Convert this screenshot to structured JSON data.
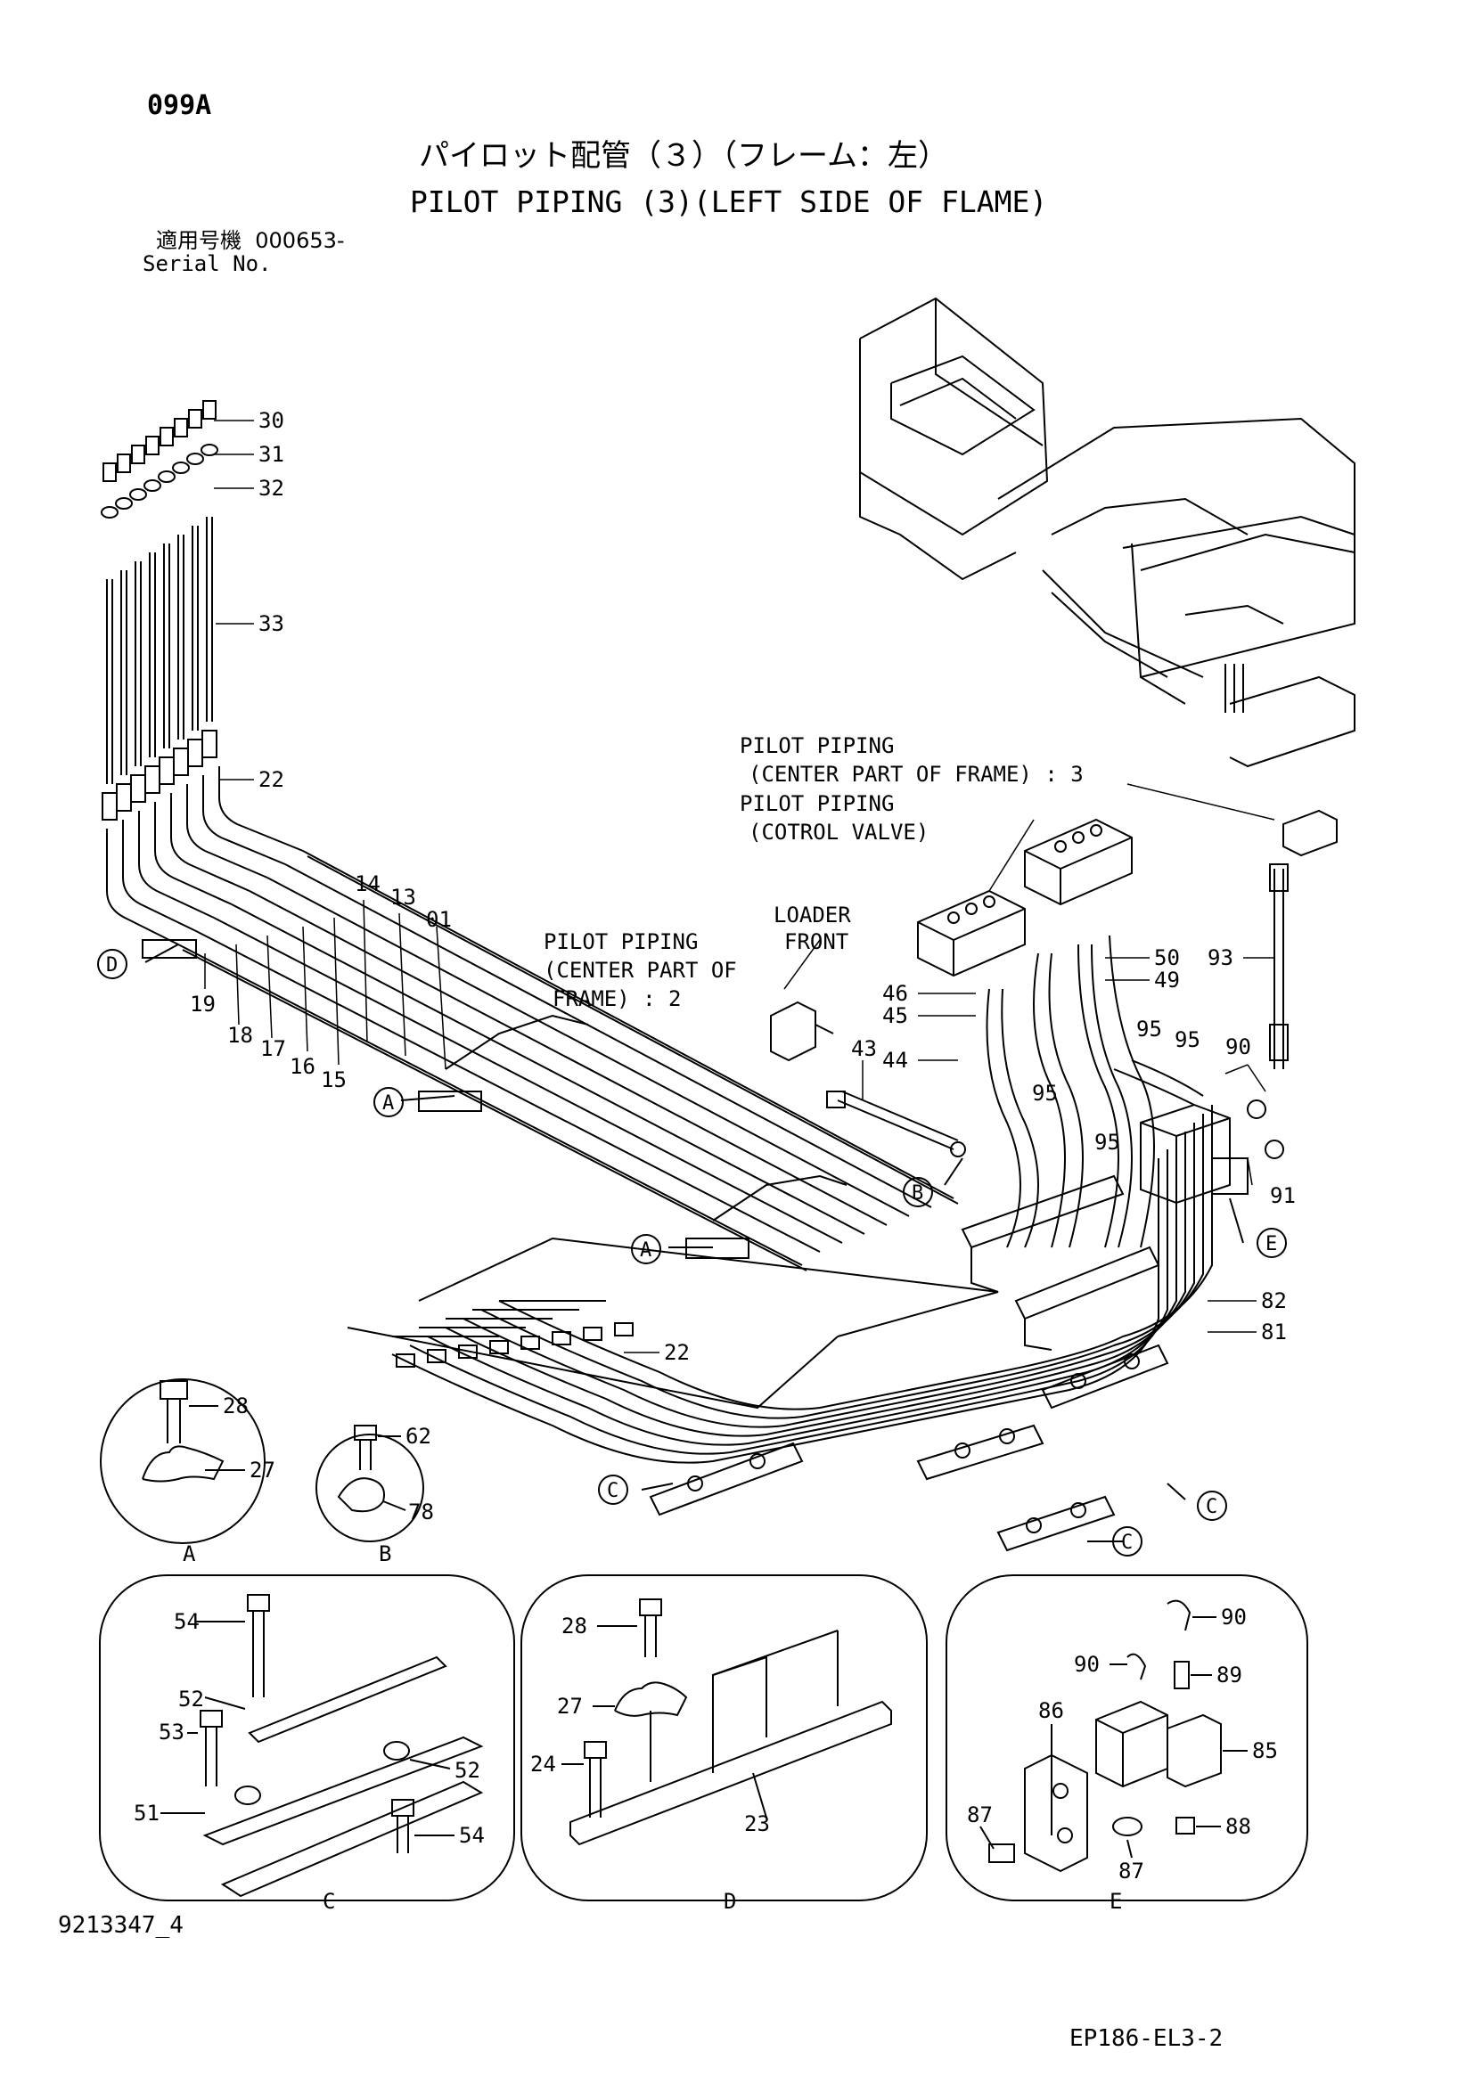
{
  "header": {
    "code": "099A",
    "title_jp": "パイロット配管（３）（フレーム：左）",
    "title_en": "PILOT PIPING (3)(LEFT SIDE OF FLAME)",
    "serial_jp": "適用号機  000653-",
    "serial_en": "Serial No."
  },
  "callouts": {
    "c30": "30",
    "c31": "31",
    "c32": "32",
    "c33": "33",
    "c22a": "22",
    "c14": "14",
    "c13": "13",
    "c01": "01",
    "c19": "19",
    "c18": "18",
    "c17": "17",
    "c16": "16",
    "c15": "15",
    "c46": "46",
    "c45": "45",
    "c43": "43",
    "c44": "44",
    "c50": "50",
    "c49": "49",
    "c93": "93",
    "c95a": "95",
    "c95b": "95",
    "c95c": "95",
    "c95d": "95",
    "c90": "90",
    "c91": "91",
    "c82": "82",
    "c81": "81",
    "c22b": "22"
  },
  "notes": {
    "pp_center3_l1": "PILOT PIPING",
    "pp_center3_l2": "(CENTER PART OF FRAME) : 3",
    "pp_valve_l1": "PILOT PIPING",
    "pp_valve_l2": "(COTROL  VALVE)",
    "loader_l1": "LOADER",
    "loader_l2": "FRONT",
    "pp_center2_l1": "PILOT PIPING",
    "pp_center2_l2": "(CENTER PART OF",
    "pp_center2_l3": "FRAME) : 2"
  },
  "refs": {
    "A": "A",
    "B": "B",
    "C": "C",
    "D": "D",
    "E": "E"
  },
  "details": {
    "A": {
      "label": "A",
      "parts": [
        "28",
        "27"
      ]
    },
    "B": {
      "label": "B",
      "parts": [
        "62",
        "78"
      ]
    },
    "C": {
      "label": "C",
      "parts": [
        "54",
        "52",
        "53",
        "51",
        "52",
        "54"
      ]
    },
    "D": {
      "label": "D",
      "parts": [
        "28",
        "27",
        "24",
        "23"
      ]
    },
    "E": {
      "label": "E",
      "parts": [
        "90",
        "90",
        "89",
        "86",
        "85",
        "87",
        "87",
        "88"
      ]
    }
  },
  "footer": {
    "doc_no": "9213347_4",
    "fig_no": "EP186-EL3-2"
  }
}
